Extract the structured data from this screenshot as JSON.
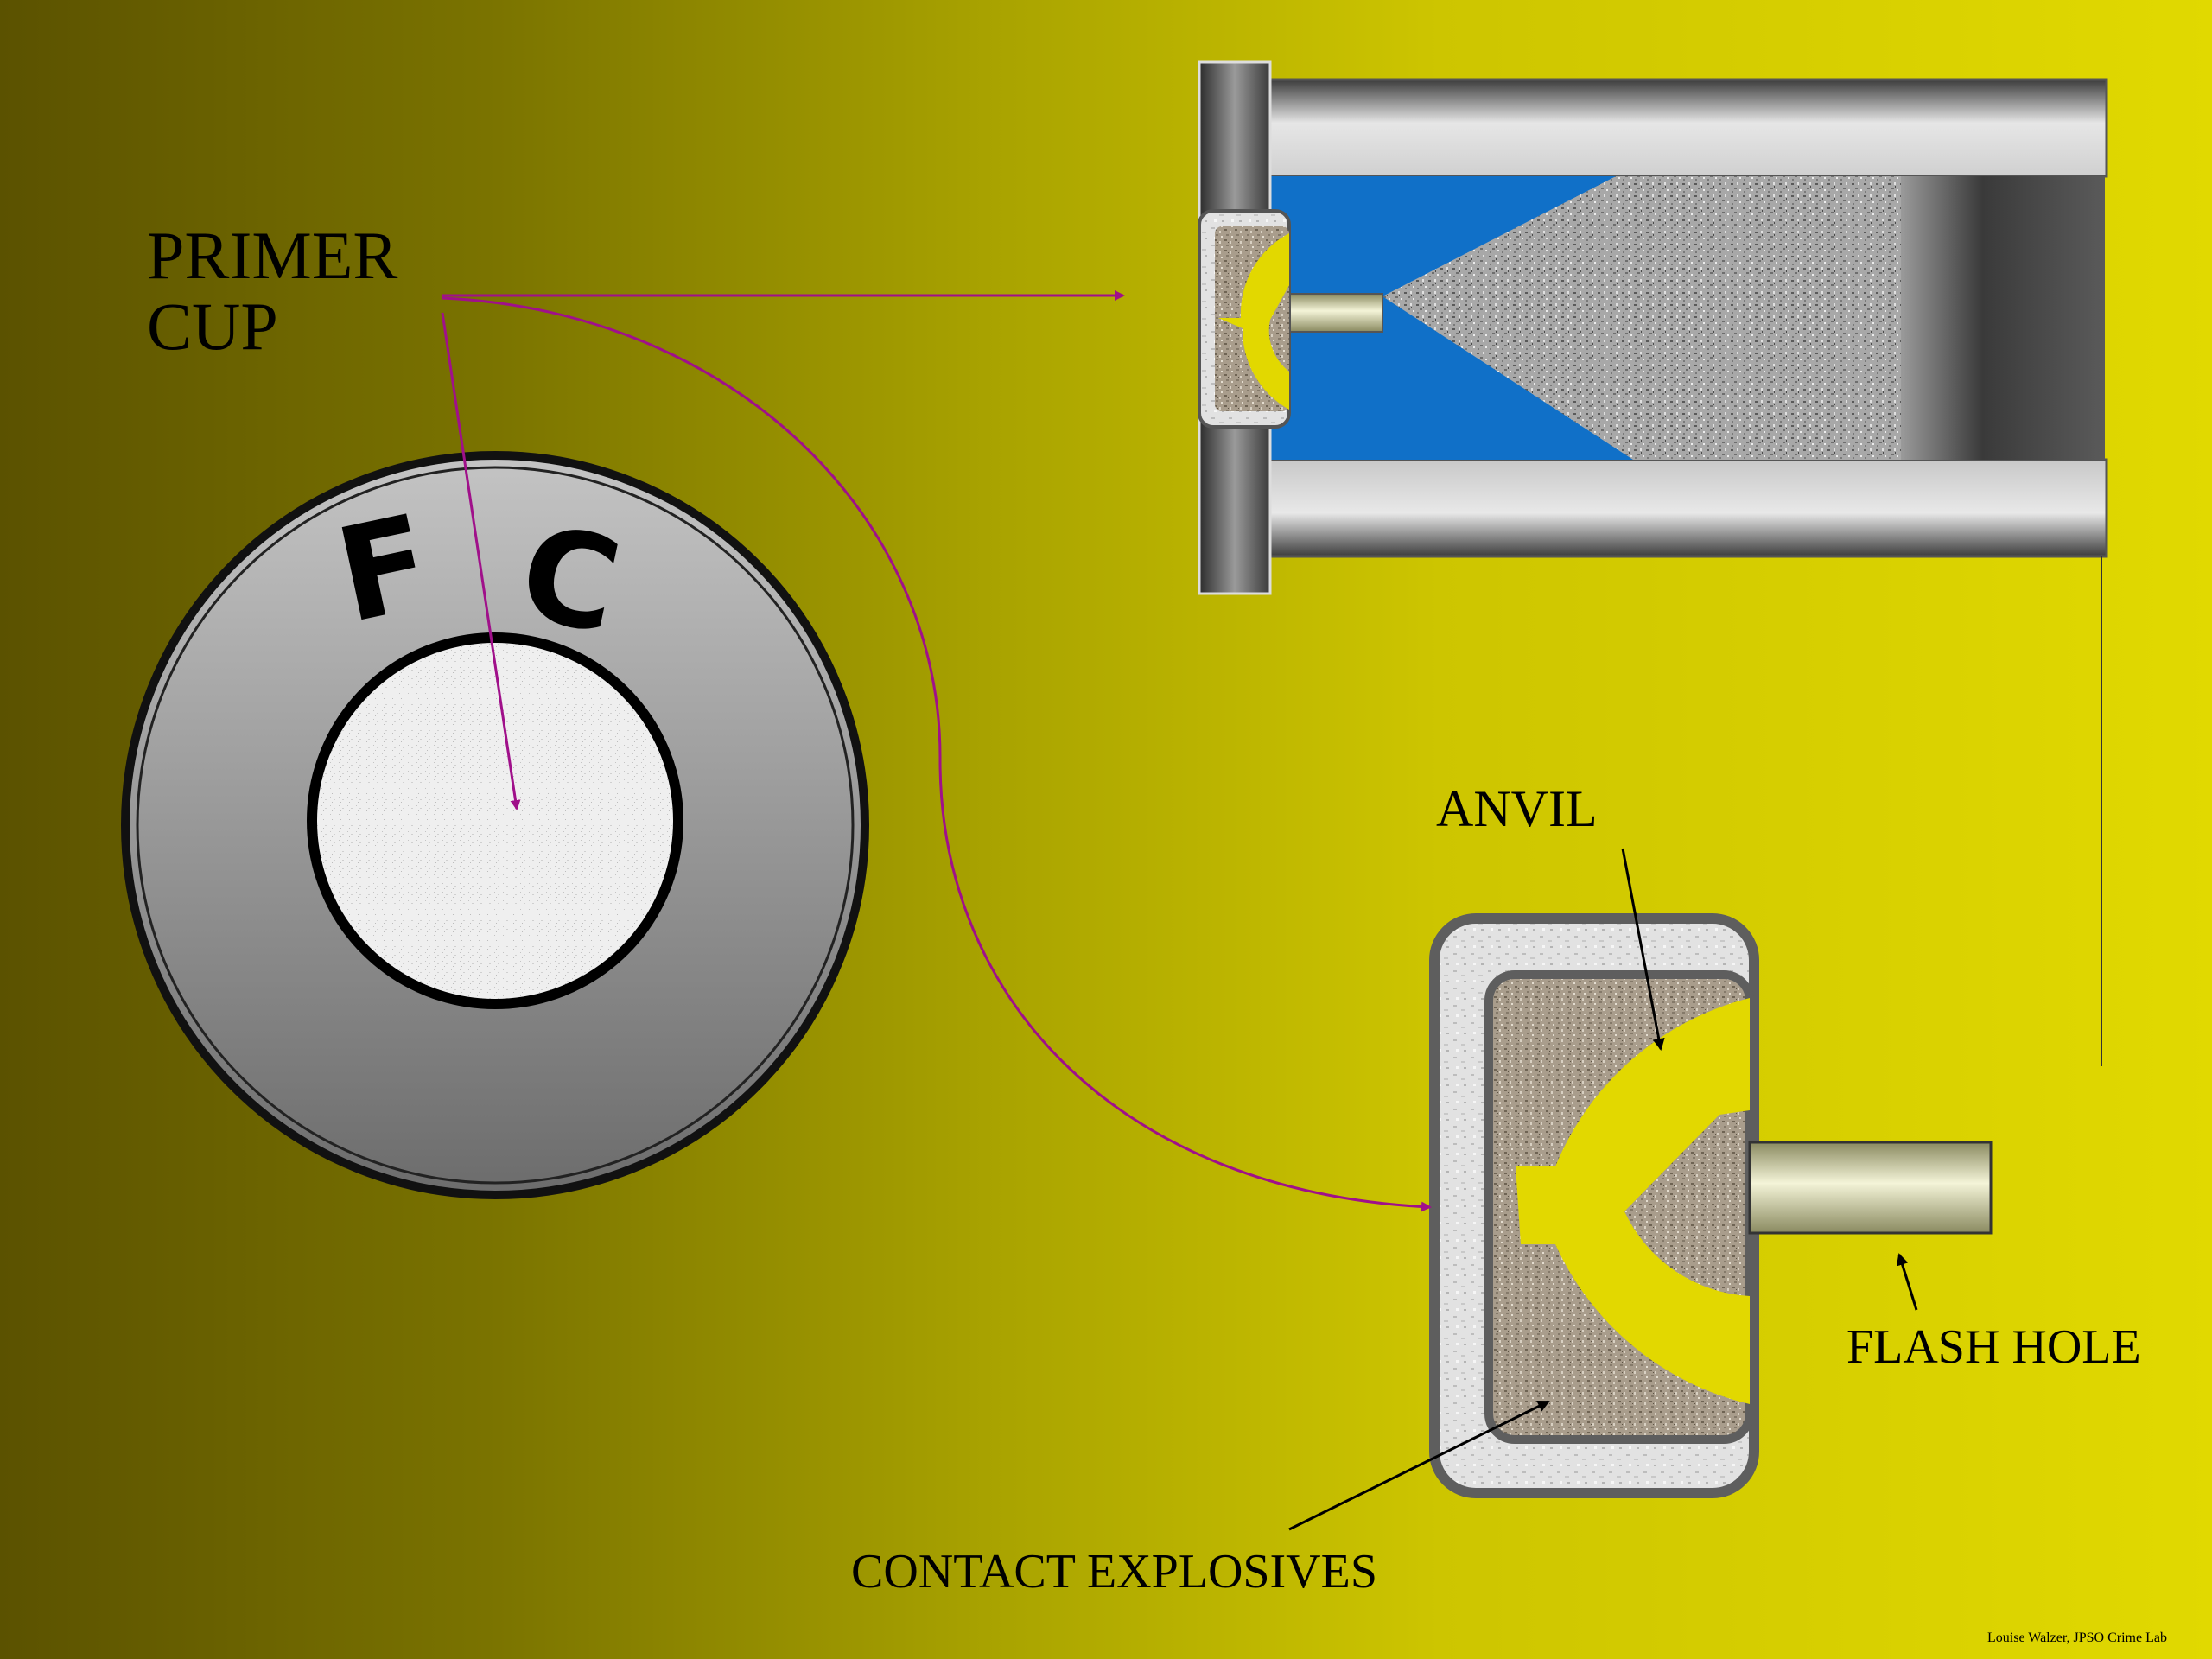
{
  "labels": {
    "primer_line1": "PRIMER",
    "primer_line2": "CUP",
    "anvil": "ANVIL",
    "flash_hole": "FLASH HOLE",
    "contact_explosives": "CONTACT EXPLOSIVES",
    "credit": "Louise Walzer, JPSO Crime Lab"
  },
  "headstamp": {
    "letter1": "F",
    "letter2": "C"
  },
  "colors": {
    "background_dark": "#5b5200",
    "background_light": "#e1d900",
    "arrow_magenta": "#a0108a",
    "propellant_blue": "#1070c8",
    "anvil_yellow": "#e2d800",
    "case_gray": "#8a8a8a"
  }
}
